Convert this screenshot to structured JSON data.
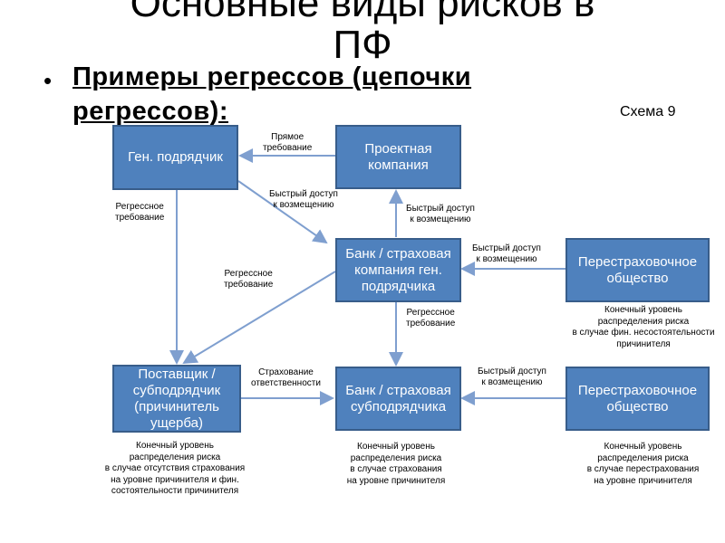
{
  "title_line1": "Основные виды рисков в",
  "title_line2": "ПФ",
  "subtitle_line1": "Примеры регрессов (цепочки",
  "subtitle_line2": "регрессов):",
  "scheme_label": "Схема 9",
  "boxes": {
    "gen_contractor": "Ген. подрядчик",
    "project_company": "Проектная компания",
    "bank_gen": "Банк / страховая компания ген. подрядчика",
    "reinsurer_1": "Перестраховочное общество",
    "supplier": "Поставщик / субподрядчик (причинитель ущерба)",
    "bank_sub": "Банк / страховая субподрядчика",
    "reinsurer_2": "Перестраховочное общество"
  },
  "labels": {
    "direct_claim_1": "Прямое",
    "direct_claim_2": "требование",
    "fast_access_1a": "Быстрый доступ",
    "fast_access_1b": "к возмещению",
    "fast_access_2a": "Быстрый доступ",
    "fast_access_2b": "к возмещению",
    "fast_access_3a": "Быстрый доступ",
    "fast_access_3b": "к возмещению",
    "fast_access_4a": "Быстрый доступ",
    "fast_access_4b": "к возмещению",
    "regress_1a": "Регрессное",
    "regress_1b": "требование",
    "regress_2a": "Регрессное",
    "regress_2b": "требование",
    "regress_3a": "Регрессное",
    "regress_3b": "требование",
    "liability_1": "Страхование",
    "liability_2": "ответственности"
  },
  "notes": {
    "reins1": [
      "Конечный уровень",
      "распределения риска",
      "в случае фин. несостоятельности",
      "причинителя"
    ],
    "supplier": [
      "Конечный уровень",
      "распределения риска",
      "в случае отсутствия страхования",
      "на уровне причинителя и фин.",
      "состоятельности  причинителя"
    ],
    "bank_sub": [
      "Конечный уровень",
      "распределения риска",
      "в случае страхования",
      "на уровне причинителя"
    ],
    "reins2": [
      "Конечный уровень",
      "распределения риска",
      "в случае перестрахования",
      "на уровне причинителя"
    ]
  },
  "colors": {
    "box_fill": "#4f81bd",
    "box_border": "#385d8a",
    "arrow": "#7f9fcf"
  }
}
